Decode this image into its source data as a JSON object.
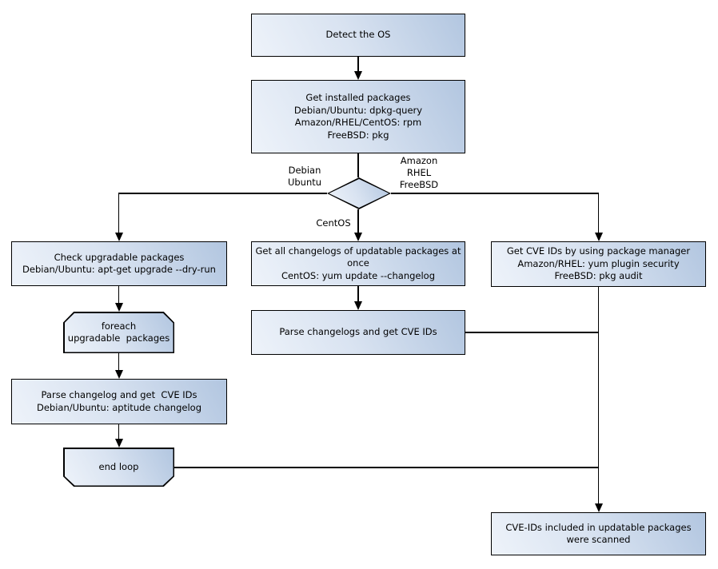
{
  "diagram": {
    "type": "flowchart",
    "subject": "OS package vulnerability (CVE) scan flow",
    "nodes": {
      "detect_os": "Detect the OS",
      "get_installed_packages": "Get installed packages\nDebian/Ubuntu: dpkg-query\nAmazon/RHEL/CentOS: rpm\nFreeBSD: pkg",
      "os_decision": "",
      "check_upgradable": "Check upgradable packages\nDebian/Ubuntu: apt-get upgrade --dry-run",
      "foreach_loop": "foreach\nupgradable  packages",
      "parse_changelog_debian": "Parse changelog and get  CVE IDs\nDebian/Ubuntu: aptitude changelog",
      "end_loop": "end loop",
      "get_all_changelogs": "Get all changelogs of updatable packages at once\nCentOS: yum update --changelog",
      "parse_changelogs_centos": "Parse changelogs and get CVE IDs",
      "get_cve_ids": "Get CVE IDs by using package manager\nAmazon/RHEL: yum plugin security\nFreeBSD: pkg audit",
      "result": "CVE-IDs included in updatable packages\nwere scanned"
    },
    "edge_labels": {
      "left_branch": "Debian\nUbuntu",
      "right_branch": "Amazon\nRHEL\nFreeBSD",
      "bottom_branch": "CentOS"
    },
    "edges": [
      {
        "from": "detect_os",
        "to": "get_installed_packages"
      },
      {
        "from": "get_installed_packages",
        "to": "os_decision"
      },
      {
        "from": "os_decision",
        "to": "check_upgradable",
        "label": "Debian Ubuntu"
      },
      {
        "from": "os_decision",
        "to": "get_all_changelogs",
        "label": "CentOS"
      },
      {
        "from": "os_decision",
        "to": "get_cve_ids",
        "label": "Amazon RHEL FreeBSD"
      },
      {
        "from": "check_upgradable",
        "to": "foreach_loop"
      },
      {
        "from": "foreach_loop",
        "to": "parse_changelog_debian"
      },
      {
        "from": "parse_changelog_debian",
        "to": "end_loop"
      },
      {
        "from": "get_all_changelogs",
        "to": "parse_changelogs_centos"
      },
      {
        "from": "end_loop",
        "to": "result"
      },
      {
        "from": "parse_changelogs_centos",
        "to": "result"
      },
      {
        "from": "get_cve_ids",
        "to": "result"
      }
    ],
    "colors": {
      "node_fill_light": "#edf2f9",
      "node_fill_dark": "#b3c7e1",
      "border": "#000000",
      "line": "#000000",
      "text": "#000000",
      "background": "#ffffff"
    }
  }
}
